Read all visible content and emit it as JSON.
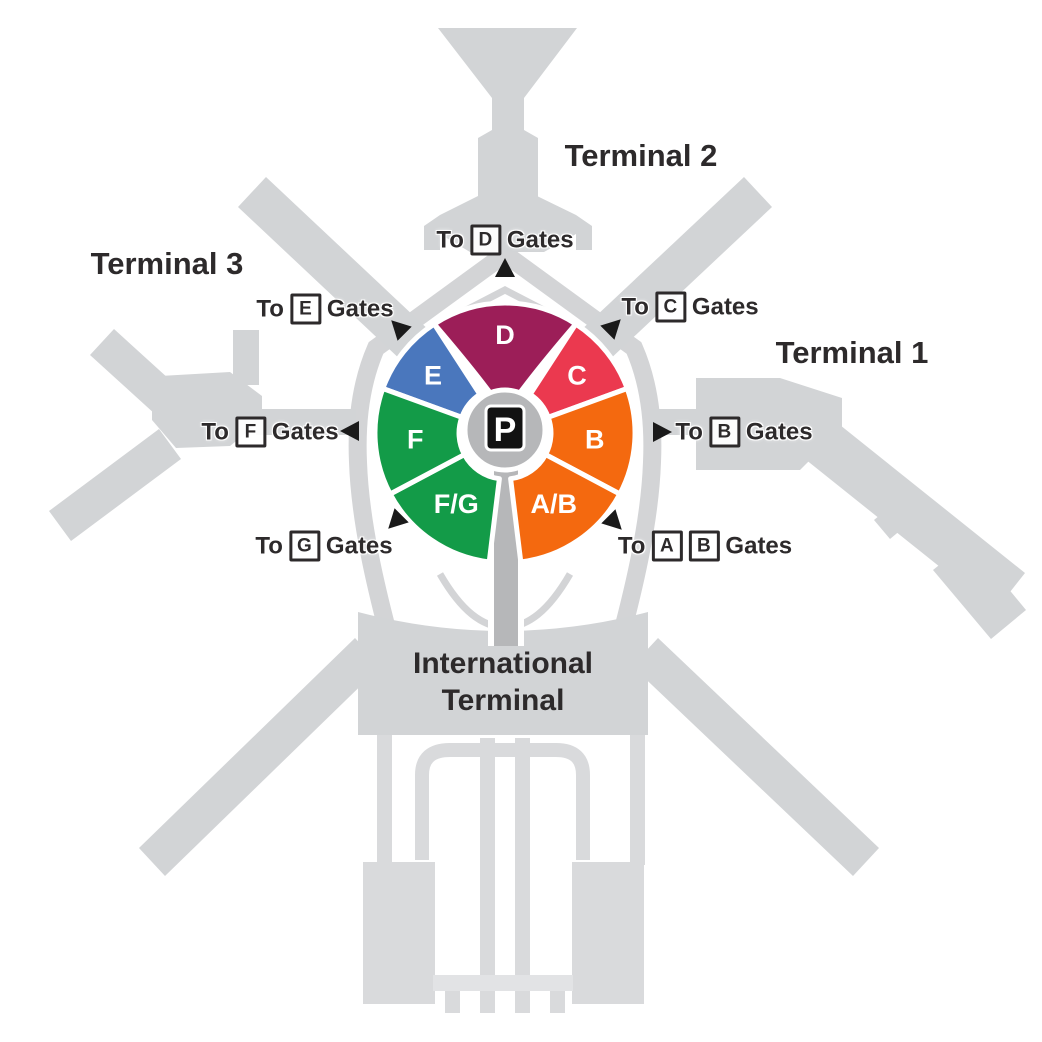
{
  "terminal_labels": {
    "t2": "Terminal 2",
    "t3": "Terminal 3",
    "t1": "Terminal 1",
    "intl_line1": "International",
    "intl_line2": "Terminal"
  },
  "gate_signs": {
    "d": {
      "to": "To",
      "letters": [
        "D"
      ],
      "gates": "Gates"
    },
    "e": {
      "to": "To",
      "letters": [
        "E"
      ],
      "gates": "Gates"
    },
    "c": {
      "to": "To",
      "letters": [
        "C"
      ],
      "gates": "Gates"
    },
    "f": {
      "to": "To",
      "letters": [
        "F"
      ],
      "gates": "Gates"
    },
    "b": {
      "to": "To",
      "letters": [
        "B"
      ],
      "gates": "Gates"
    },
    "g": {
      "to": "To",
      "letters": [
        "G"
      ],
      "gates": "Gates"
    },
    "ab": {
      "to": "To",
      "letters": [
        "A",
        "B"
      ],
      "gates": "Gates"
    }
  },
  "parking": {
    "label": "P"
  },
  "wedges": [
    {
      "id": "D",
      "label": "D",
      "color": "#9C1E58"
    },
    {
      "id": "E",
      "label": "E",
      "color": "#4A77BD"
    },
    {
      "id": "C",
      "label": "C",
      "color": "#EB394F"
    },
    {
      "id": "B",
      "label": "B",
      "color": "#F4690F"
    },
    {
      "id": "AB",
      "label": "A/B",
      "color": "#F4690F"
    },
    {
      "id": "FG",
      "label": "F/G",
      "color": "#139B48"
    },
    {
      "id": "F",
      "label": "F",
      "color": "#139B48"
    }
  ],
  "colors": {
    "building": "#D2D4D6",
    "road": "#D9DADC",
    "center_road": "#B6B7B9",
    "text": "#2D2A2B",
    "arrow": "#1A1A1A",
    "parking_box": "#121212"
  }
}
